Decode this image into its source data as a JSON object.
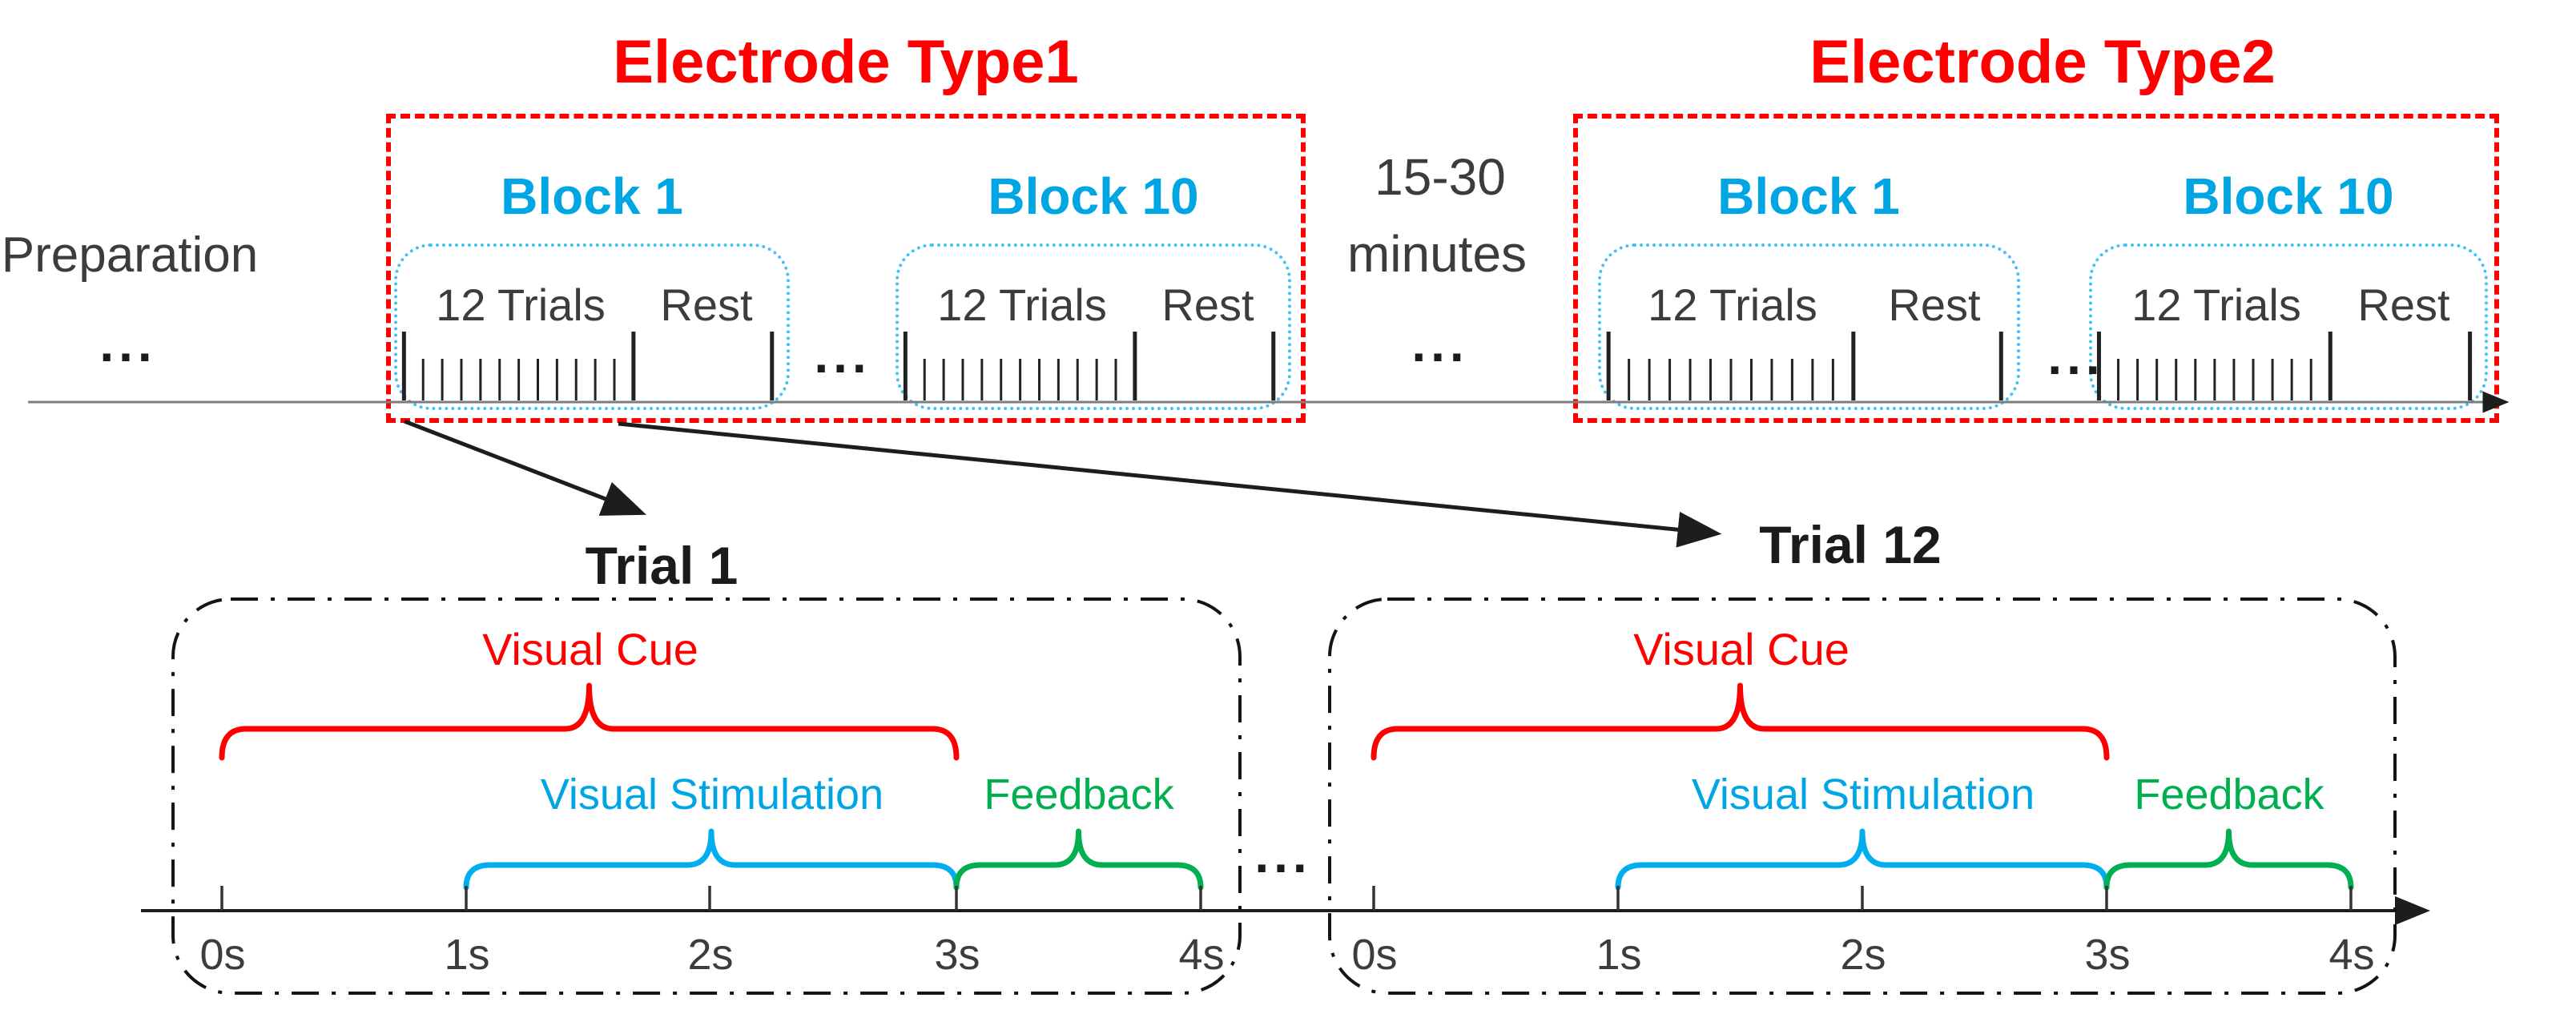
{
  "colors": {
    "red": "#FF0000",
    "cyan": "#00AEEF",
    "green": "#00B050"
  },
  "top": {
    "preparation_label": "Preparation",
    "preparation_ellipsis": "...",
    "sections": [
      {
        "title": "Electrode Type1",
        "between_blocks_ellipsis": "...",
        "blocks": [
          {
            "label": "Block 1",
            "trials_label": "12 Trials",
            "rest_label": "Rest"
          },
          {
            "label": "Block 10",
            "trials_label": "12 Trials",
            "rest_label": "Rest"
          }
        ]
      },
      {
        "title": "Electrode Type2",
        "between_blocks_ellipsis": "...",
        "blocks": [
          {
            "label": "Block 1",
            "trials_label": "12 Trials",
            "rest_label": "Rest"
          },
          {
            "label": "Block 10",
            "trials_label": "12 Trials",
            "rest_label": "Rest"
          }
        ]
      }
    ],
    "interval": {
      "range": "15-30",
      "unit": "minutes",
      "ellipsis": "..."
    }
  },
  "bottom": {
    "between_trials_ellipsis": "...",
    "trials": [
      {
        "label": "Trial 1",
        "visual_cue_label": "Visual Cue",
        "visual_stimulation_label": "Visual Stimulation",
        "feedback_label": "Feedback",
        "tick_labels": [
          "0s",
          "1s",
          "2s",
          "3s",
          "4s"
        ]
      },
      {
        "label": "Trial 12",
        "visual_cue_label": "Visual Cue",
        "visual_stimulation_label": "Visual Stimulation",
        "feedback_label": "Feedback",
        "tick_labels": [
          "0s",
          "1s",
          "2s",
          "3s",
          "4s"
        ]
      }
    ]
  }
}
